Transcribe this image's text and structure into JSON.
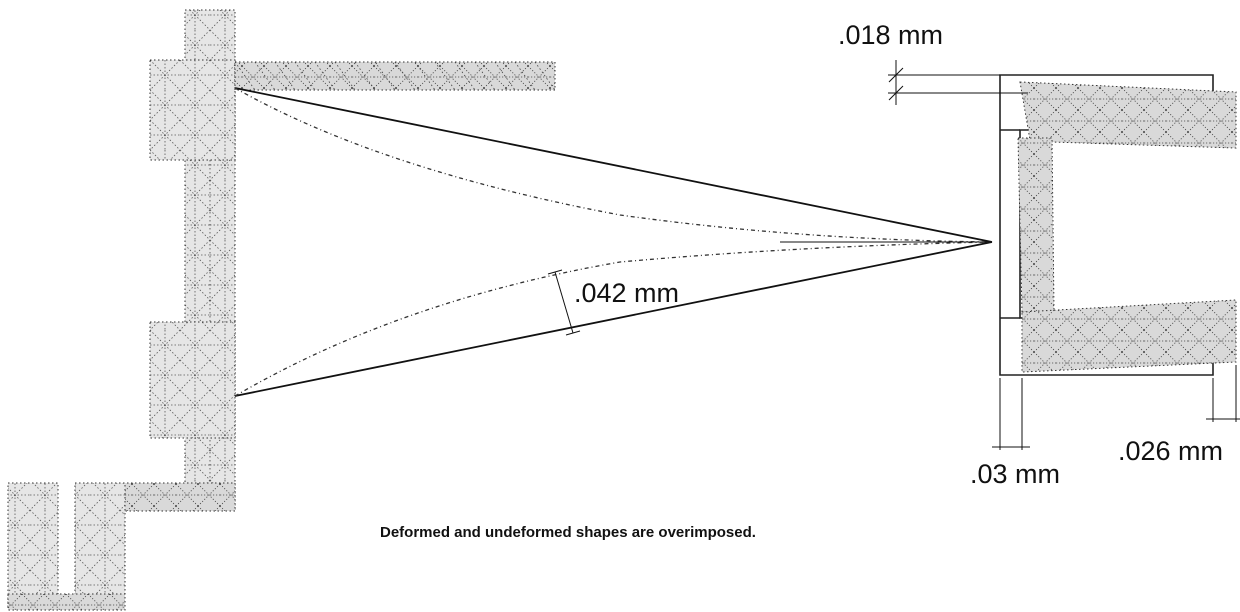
{
  "labels": {
    "top_gap": ".018 mm",
    "beam_deflection": ".042 mm",
    "left_width": ".03 mm",
    "right_width": ".026 mm"
  },
  "caption": "Deformed and undeformed shapes are overimposed.",
  "colors": {
    "ink": "#111111",
    "mesh_fill": "#cccccc",
    "background": "#ffffff"
  }
}
